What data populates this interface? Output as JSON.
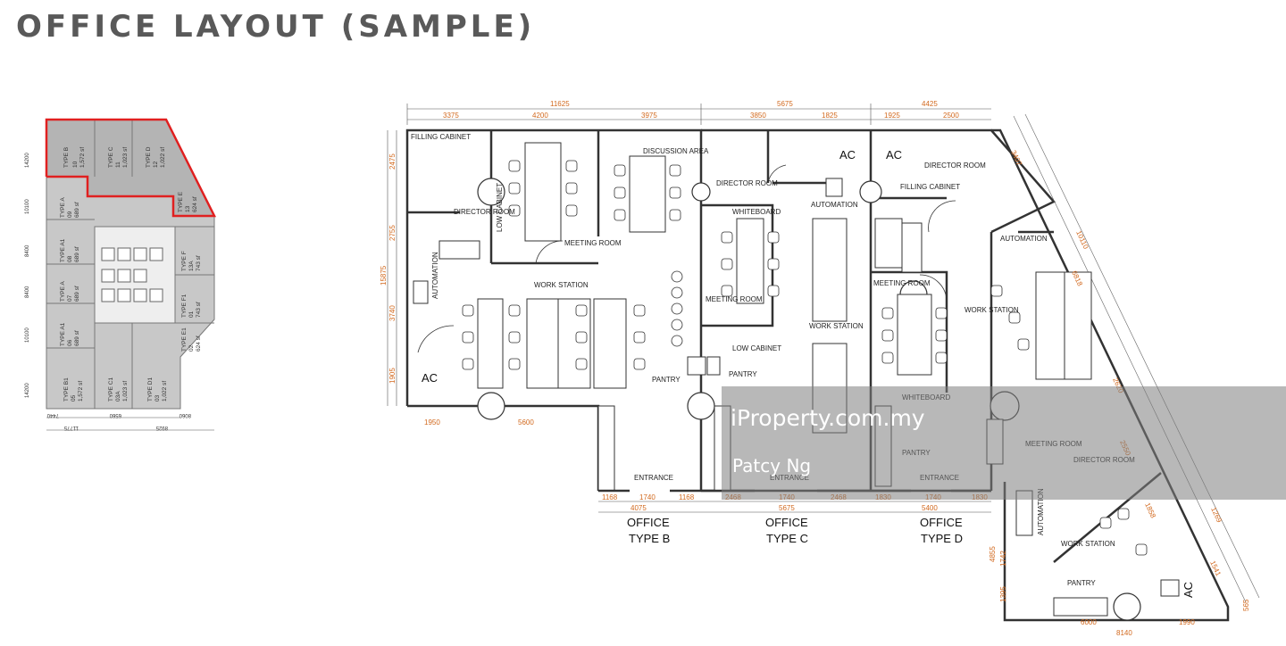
{
  "title": "OFFICE LAYOUT (SAMPLE)",
  "keyplan": {
    "units": [
      {
        "type": "TYPE B",
        "no": "10",
        "area": "1,572 sf"
      },
      {
        "type": "TYPE C",
        "no": "11",
        "area": "1,023 sf"
      },
      {
        "type": "TYPE D",
        "no": "12",
        "area": "1,022 sf"
      },
      {
        "type": "TYPE E",
        "no": "13",
        "area": "624 sf"
      },
      {
        "type": "TYPE A",
        "no": "09",
        "area": "689 sf"
      },
      {
        "type": "TYPE F",
        "no": "13A",
        "area": "743 sf"
      },
      {
        "type": "TYPE A1",
        "no": "08",
        "area": "689 sf"
      },
      {
        "type": "TYPE F1",
        "no": "01",
        "area": "743 sf"
      },
      {
        "type": "TYPE A",
        "no": "07",
        "area": "689 sf"
      },
      {
        "type": "TYPE E1",
        "no": "02",
        "area": "624 sf"
      },
      {
        "type": "TYPE A1",
        "no": "06",
        "area": "689 sf"
      },
      {
        "type": "TYPE B1",
        "no": "05",
        "area": "1,572 sf"
      },
      {
        "type": "TYPE C1",
        "no": "03A",
        "area": "1,023 sf"
      },
      {
        "type": "TYPE D1",
        "no": "03",
        "area": "1,022 sf"
      }
    ],
    "dims_left": [
      "14200",
      "10100",
      "8400",
      "8400",
      "10100",
      "14200"
    ],
    "dims_bottom": [
      "7440",
      "6560",
      "8060"
    ],
    "dims_bottom2": [
      "11775",
      "8925"
    ]
  },
  "plan": {
    "office_labels": [
      {
        "line1": "OFFICE",
        "line2": "TYPE B"
      },
      {
        "line1": "OFFICE",
        "line2": "TYPE C"
      },
      {
        "line1": "OFFICE",
        "line2": "TYPE D"
      }
    ],
    "rooms": {
      "filing_cabinet": "FILLING CABINET",
      "director_room": "DIRECTOR ROOM",
      "meeting_room": "MEETING ROOM",
      "discussion_area": "DISCUSSION AREA",
      "work_station": "WORK STATION",
      "automation": "AUTOMATION",
      "pantry": "PANTRY",
      "entrance": "ENTRANCE",
      "ac": "AC",
      "low_cabinet": "LOW CABINET",
      "whiteboard": "WHITEBOARD"
    },
    "dims_top": [
      "11625",
      "5675",
      "4425"
    ],
    "dims_top2": [
      "3375",
      "4200",
      "3975",
      "3850",
      "1825",
      "1925",
      "2500"
    ],
    "dims_bottom": [
      "1168",
      "1740",
      "1168",
      "2468",
      "1740",
      "2468",
      "1830",
      "1740",
      "1830"
    ],
    "dims_bottom2": [
      "4075",
      "5675",
      "5400"
    ],
    "dims_left": [
      "2475",
      "2755",
      "15875",
      "3740",
      "1905"
    ],
    "dims_misc": [
      "1950",
      "5600",
      "6000",
      "1990",
      "8140",
      "4855",
      "1742",
      "1395",
      "3407",
      "10110",
      "6818",
      "2620",
      "2550",
      "1858",
      "1541",
      "1269",
      "565",
      "1395"
    ]
  },
  "watermark": {
    "brand": "iProperty.com.my",
    "agent": "Patcy Ng"
  },
  "colors": {
    "title": "#595959",
    "unit_fill": "#bdbdbd",
    "unit_dark": "#9e9e9e",
    "highlight": "#e02020",
    "dims": "#d2691e"
  }
}
